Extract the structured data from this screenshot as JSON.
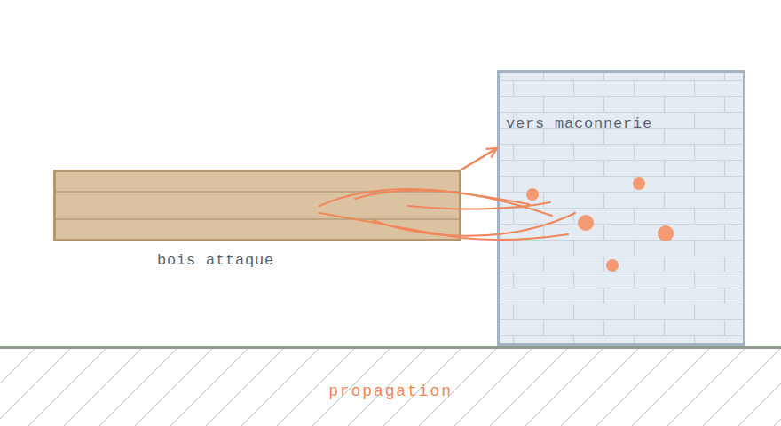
{
  "diagram": {
    "nodes": [
      {
        "text": [
          "bois attaque"
        ]
      },
      {
        "text": [
          "vers maconnerie"
        ]
      },
      {
        "text": [
          "propagation"
        ]
      }
    ],
    "edges": [
      {
        "from": 0,
        "to": 1,
        "arrow": "to"
      }
    ]
  }
}
